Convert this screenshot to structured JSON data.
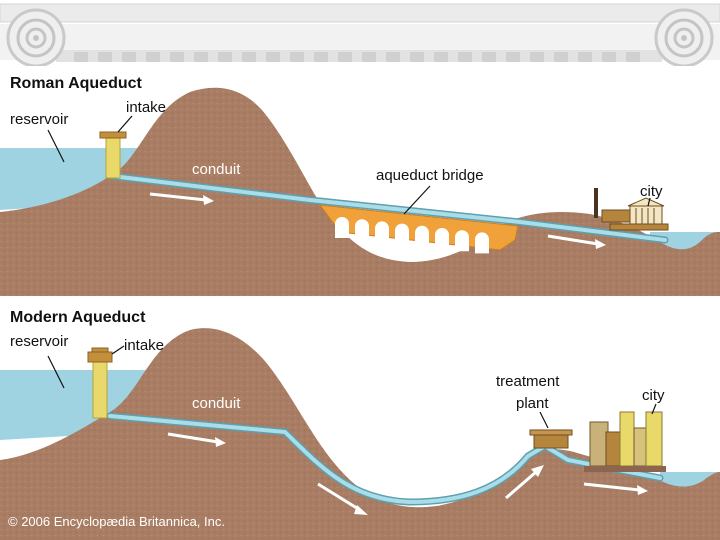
{
  "colors": {
    "background": "#ffffff",
    "banner": "#e9e9e9",
    "water": "#9fd3e1",
    "earth": "#a97d63",
    "earth_dark": "#8c6550",
    "conduit": "#8fd0dc",
    "bridge": "#f1a13a",
    "tower": "#e8d96a",
    "building": "#b5853d"
  },
  "roman": {
    "title": "Roman Aqueduct",
    "reservoir": "reservoir",
    "intake": "intake",
    "conduit": "conduit",
    "bridge": "aqueduct bridge",
    "city": "city"
  },
  "modern": {
    "title": "Modern Aqueduct",
    "reservoir": "reservoir",
    "intake": "intake",
    "conduit": "conduit",
    "treatment_line1": "treatment",
    "treatment_line2": "plant",
    "city": "city"
  },
  "credit": "© 2006 Encyclopædia Britannica, Inc."
}
